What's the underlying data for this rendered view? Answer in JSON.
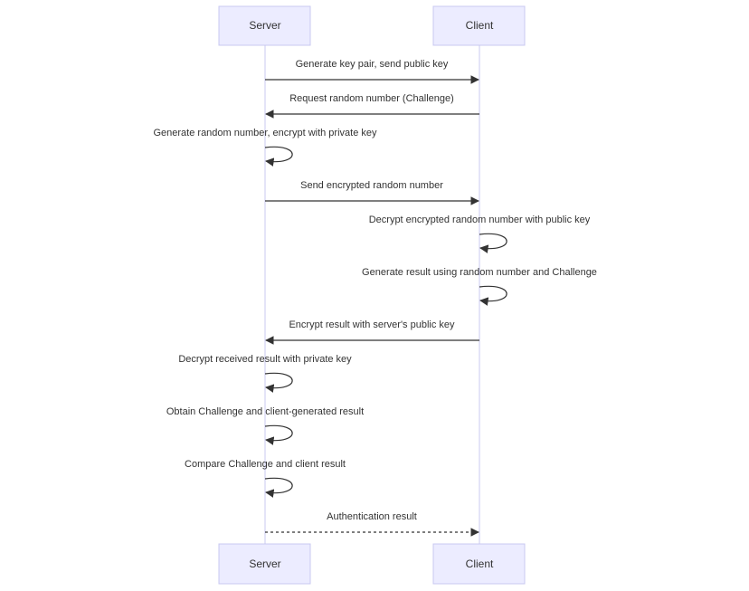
{
  "participants": [
    {
      "id": "server",
      "label": "Server"
    },
    {
      "id": "client",
      "label": "Client"
    }
  ],
  "messages": [
    {
      "from": "server",
      "to": "client",
      "text": "Generate key pair, send public key",
      "style": "solid"
    },
    {
      "from": "client",
      "to": "server",
      "text": "Request random number (Challenge)",
      "style": "solid"
    },
    {
      "from": "server",
      "to": "server",
      "text": "Generate random number, encrypt with private key",
      "style": "solid"
    },
    {
      "from": "server",
      "to": "client",
      "text": "Send encrypted random number",
      "style": "solid"
    },
    {
      "from": "client",
      "to": "client",
      "text": "Decrypt encrypted random number with public key",
      "style": "solid"
    },
    {
      "from": "client",
      "to": "client",
      "text": "Generate result using random number and Challenge",
      "style": "solid"
    },
    {
      "from": "client",
      "to": "server",
      "text": "Encrypt result with server's public key",
      "style": "solid"
    },
    {
      "from": "server",
      "to": "server",
      "text": "Decrypt received result with private key",
      "style": "solid"
    },
    {
      "from": "server",
      "to": "server",
      "text": "Obtain Challenge and client-generated result",
      "style": "solid"
    },
    {
      "from": "server",
      "to": "server",
      "text": "Compare Challenge and client result",
      "style": "solid"
    },
    {
      "from": "server",
      "to": "client",
      "text": "Authentication result",
      "style": "dashed"
    }
  ]
}
